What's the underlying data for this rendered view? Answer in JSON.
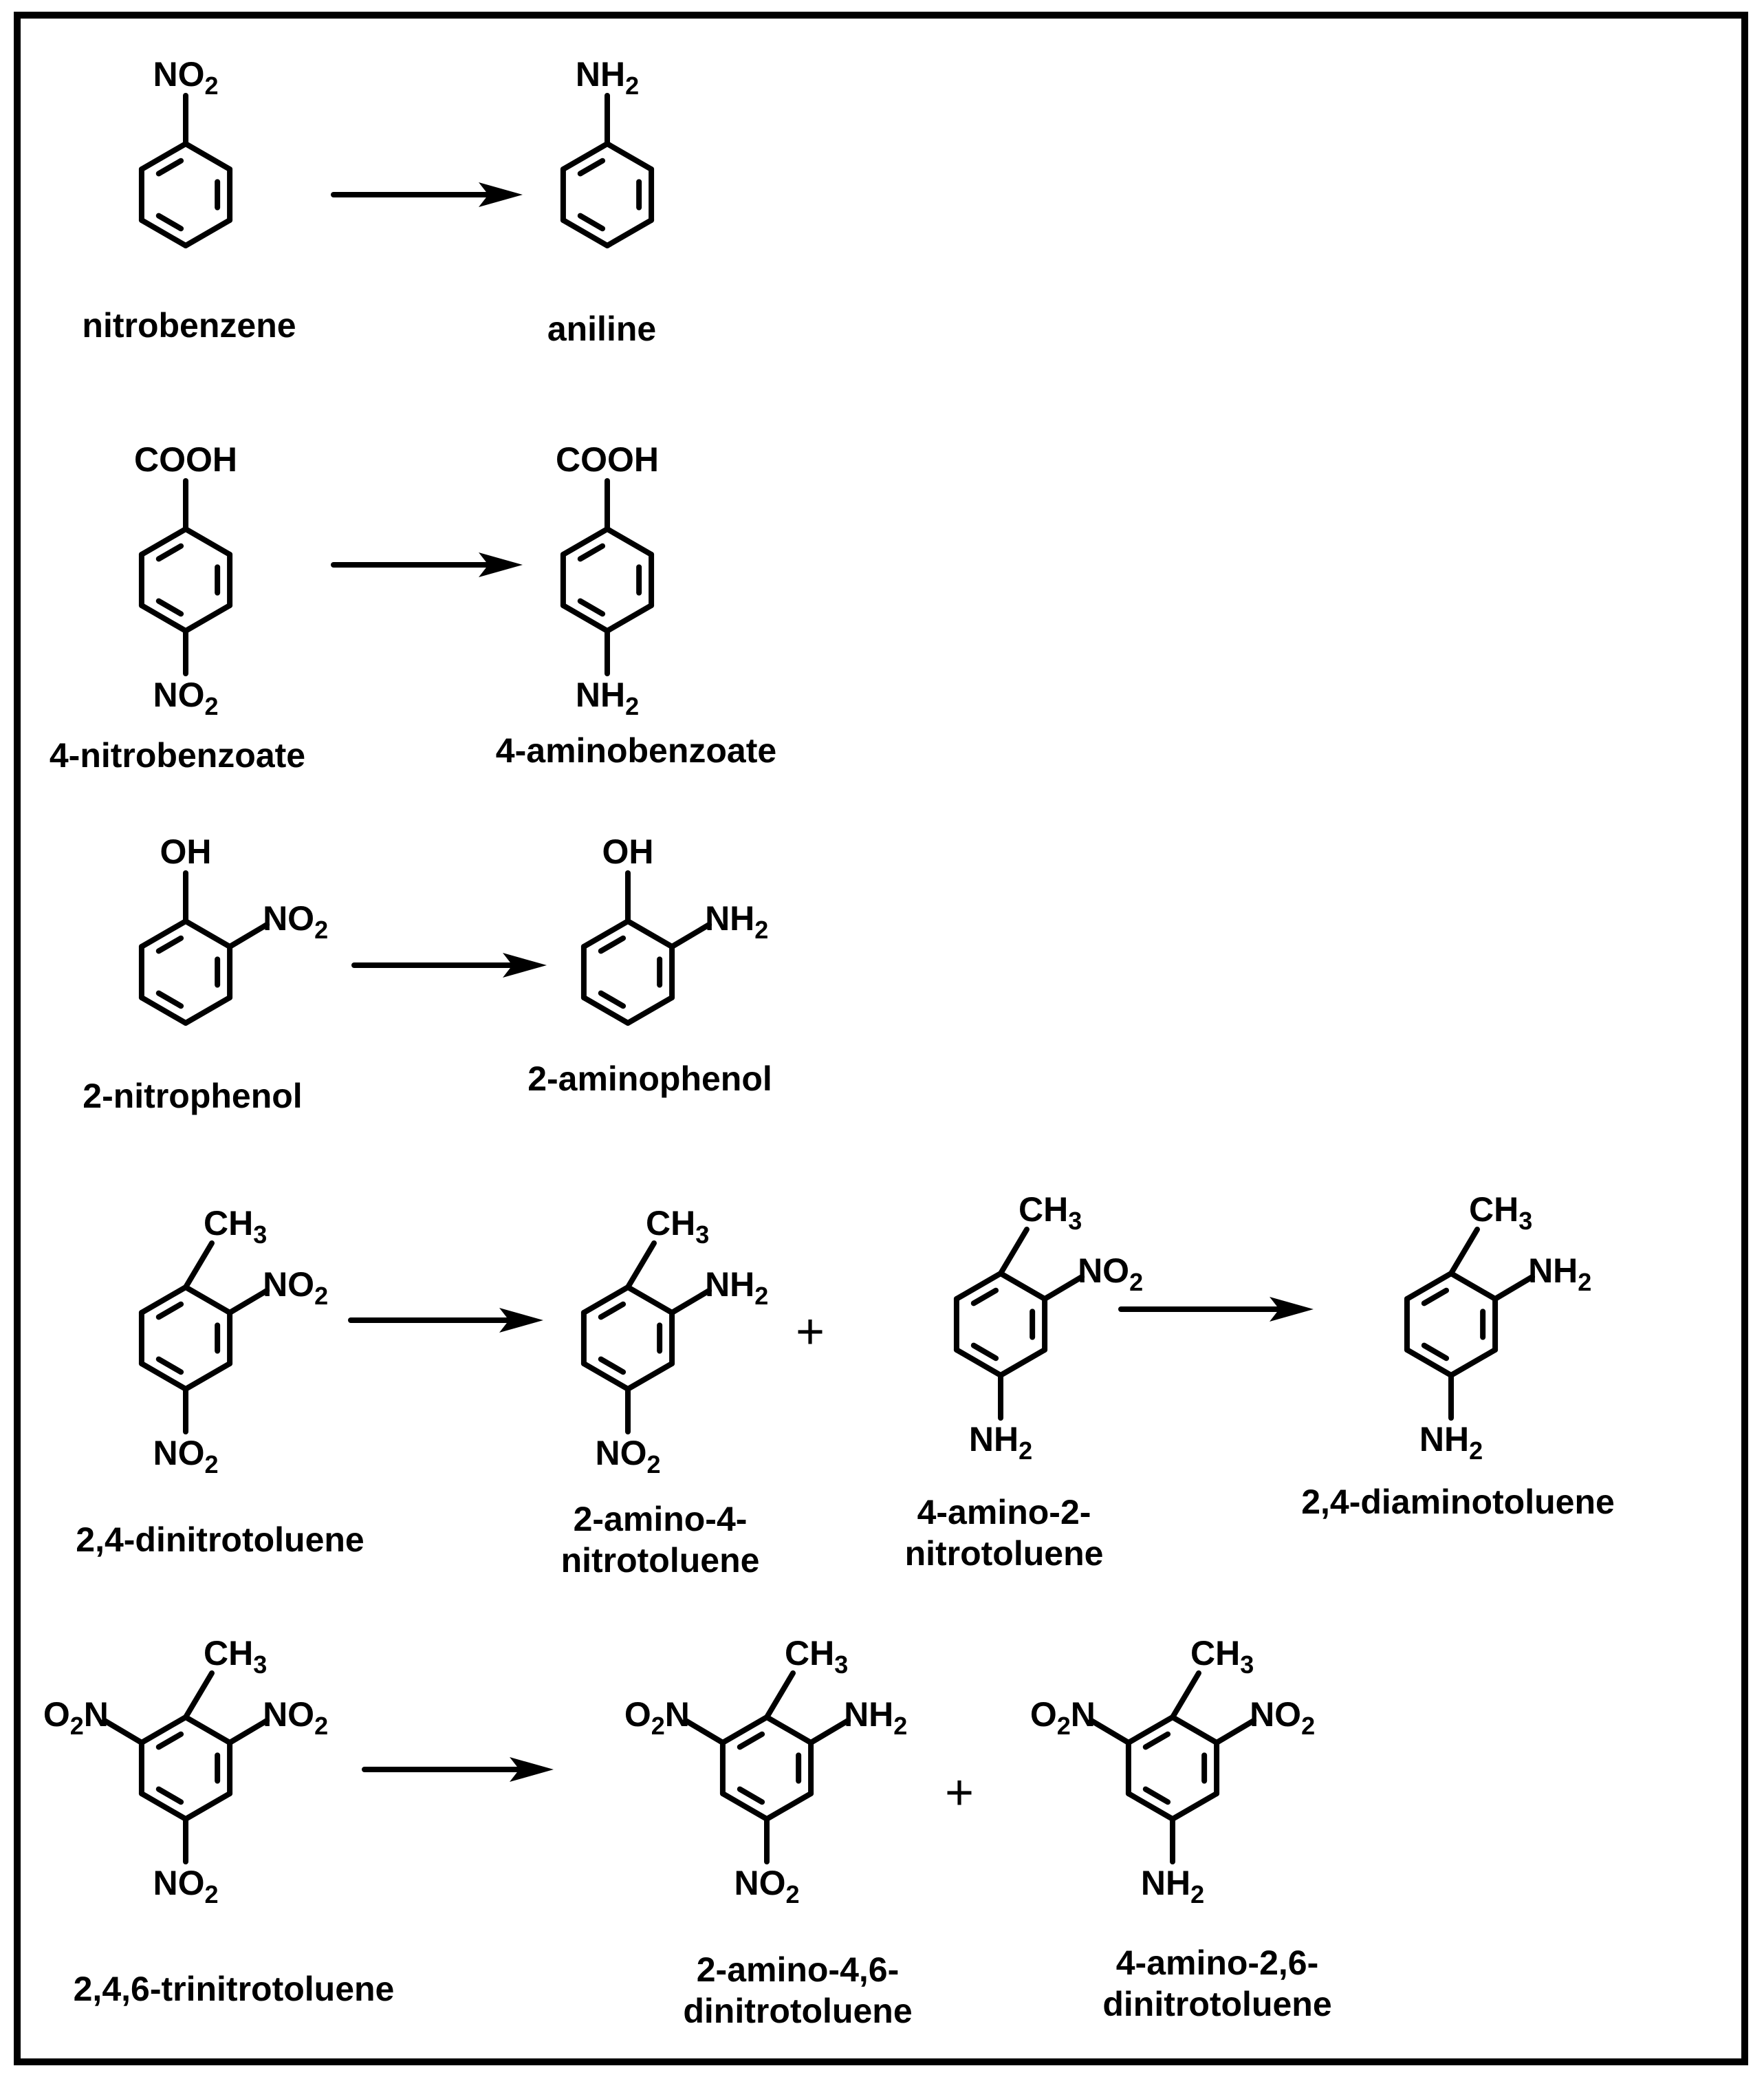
{
  "reactions": [
    {
      "reactants": [
        {
          "name": "nitrobenzene",
          "groups": {
            "top": {
              "text": "NO",
              "sub": "2"
            }
          }
        }
      ],
      "products": [
        {
          "name": "aniline",
          "groups": {
            "top": {
              "text": "NH",
              "sub": "2"
            }
          }
        }
      ]
    },
    {
      "reactants": [
        {
          "name": "4-nitrobenzoate",
          "groups": {
            "top": {
              "text": "COOH"
            },
            "bottom": {
              "text": "NO",
              "sub": "2"
            }
          }
        }
      ],
      "products": [
        {
          "name": "4-aminobenzoate",
          "groups": {
            "top": {
              "text": "COOH"
            },
            "bottom": {
              "text": "NH",
              "sub": "2"
            }
          }
        }
      ]
    },
    {
      "reactants": [
        {
          "name": "2-nitrophenol",
          "groups": {
            "top": {
              "text": "OH"
            },
            "upper_right": {
              "text": "NO",
              "sub": "2"
            }
          }
        }
      ],
      "products": [
        {
          "name": "2-aminophenol",
          "groups": {
            "top": {
              "text": "OH"
            },
            "upper_right": {
              "text": "NH",
              "sub": "2"
            }
          }
        }
      ]
    },
    {
      "reactants": [
        {
          "name": "2,4-dinitrotoluene",
          "groups": {
            "top": {
              "text": "CH",
              "sub": "3"
            },
            "upper_right": {
              "text": "NO",
              "sub": "2"
            },
            "bottom": {
              "text": "NO",
              "sub": "2"
            }
          }
        }
      ],
      "products": [
        {
          "name": "2-amino-4-\nnitrotoluene",
          "groups": {
            "top": {
              "text": "CH",
              "sub": "3"
            },
            "upper_right": {
              "text": "NH",
              "sub": "2"
            },
            "bottom": {
              "text": "NO",
              "sub": "2"
            }
          }
        },
        {
          "name": "4-amino-2-\nnitrotoluene",
          "groups": {
            "top": {
              "text": "CH",
              "sub": "3"
            },
            "upper_right": {
              "text": "NO",
              "sub": "2"
            },
            "bottom": {
              "text": "NH",
              "sub": "2"
            }
          }
        },
        {
          "name": "2,4-diaminotoluene",
          "groups": {
            "top": {
              "text": "CH",
              "sub": "3"
            },
            "upper_right": {
              "text": "NH",
              "sub": "2"
            },
            "bottom": {
              "text": "NH",
              "sub": "2"
            }
          }
        }
      ]
    },
    {
      "reactants": [
        {
          "name": "2,4,6-trinitrotoluene",
          "groups": {
            "top": {
              "text": "CH",
              "sub": "3"
            },
            "upper_left": {
              "text": "O",
              "sub": "2",
              "tail": "N"
            },
            "upper_right": {
              "text": "NO",
              "sub": "2"
            },
            "bottom": {
              "text": "NO",
              "sub": "2"
            }
          }
        }
      ],
      "products": [
        {
          "name": "2-amino-4,6-\ndinitrotoluene",
          "groups": {
            "top": {
              "text": "CH",
              "sub": "3"
            },
            "upper_left": {
              "text": "O",
              "sub": "2",
              "tail": "N"
            },
            "upper_right": {
              "text": "NH",
              "sub": "2"
            },
            "bottom": {
              "text": "NO",
              "sub": "2"
            }
          }
        },
        {
          "name": "4-amino-2,6-\ndinitrotoluene",
          "groups": {
            "top": {
              "text": "CH",
              "sub": "3"
            },
            "upper_left": {
              "text": "O",
              "sub": "2",
              "tail": "N"
            },
            "upper_right": {
              "text": "NO",
              "sub": "2"
            },
            "bottom": {
              "text": "NH",
              "sub": "2"
            }
          }
        }
      ]
    }
  ],
  "plus_symbol": "+"
}
